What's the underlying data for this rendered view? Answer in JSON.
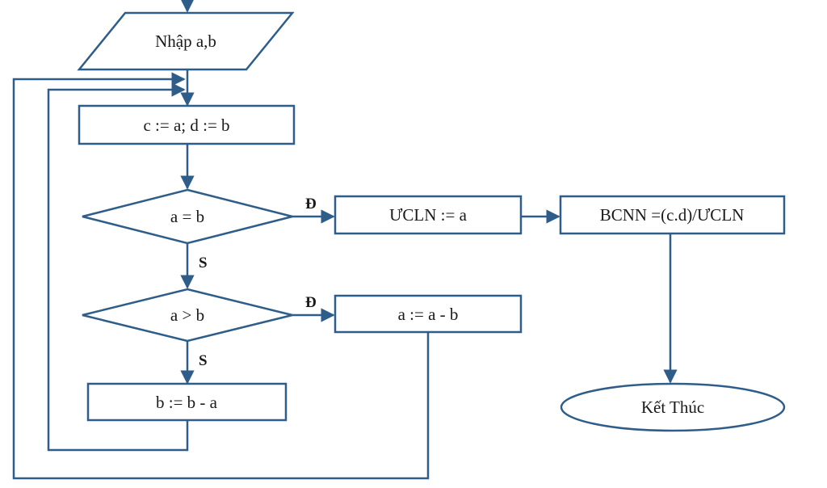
{
  "colors": {
    "stroke": "#2f5d8a",
    "text": "#1a1a1a",
    "background": "#ffffff"
  },
  "nodes": {
    "input": "Nhập a,b",
    "init": "c := a; d := b",
    "cond_equal": "a = b",
    "cond_greater": "a > b",
    "set_gcd": "ƯCLN := a",
    "compute_lcm": "BCNN =(c.d)/ƯCLN",
    "sub_a": "a := a - b",
    "sub_b": "b := b - a",
    "end": "Kết Thúc"
  },
  "branch_labels": {
    "equal_true": "Đ",
    "equal_false": "S",
    "greater_true": "Đ",
    "greater_false": "S"
  }
}
